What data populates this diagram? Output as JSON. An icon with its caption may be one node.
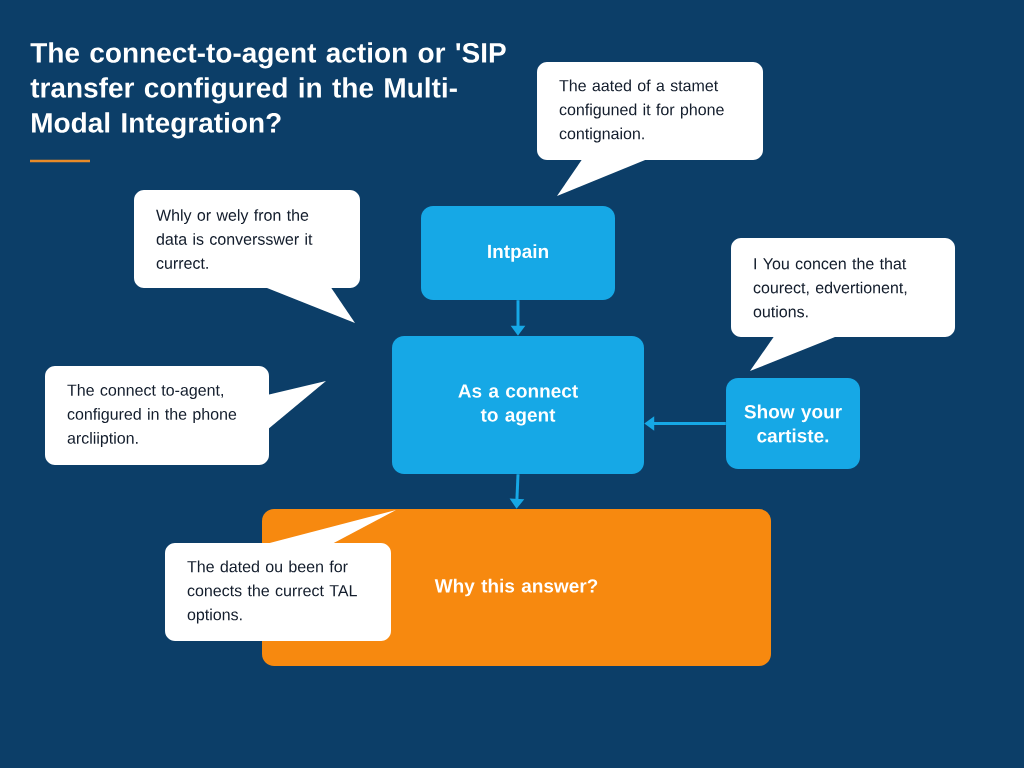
{
  "diagram": {
    "title": "The connect-to-agent action or 'SIP transfer configured in the Multi-Modal Integration?",
    "nodes": [
      {
        "text": [
          "The aated of a stamet configuned it for phone contignaion."
        ]
      },
      {
        "text": [
          "Whly or wely fron the data is conversswer it currect."
        ]
      },
      {
        "text": [
          "Intpain"
        ]
      },
      {
        "text": [
          "I You concen the that courect, edvertionent, outions."
        ]
      },
      {
        "text": [
          "The connect to-agent, configured in the phone arcliiption."
        ]
      },
      {
        "text": [
          "As a connect to agent"
        ]
      },
      {
        "text": [
          "Show your cartiste."
        ]
      },
      {
        "text": [
          "The dated ou been for conects the currect TAL options."
        ]
      },
      {
        "text": [
          "Why this answer?"
        ]
      }
    ],
    "edges": [
      {
        "from": 2,
        "to": 5,
        "arrow": "to"
      },
      {
        "from": 6,
        "to": 5,
        "arrow": "to"
      },
      {
        "from": 5,
        "to": 8,
        "arrow": "to"
      }
    ]
  }
}
